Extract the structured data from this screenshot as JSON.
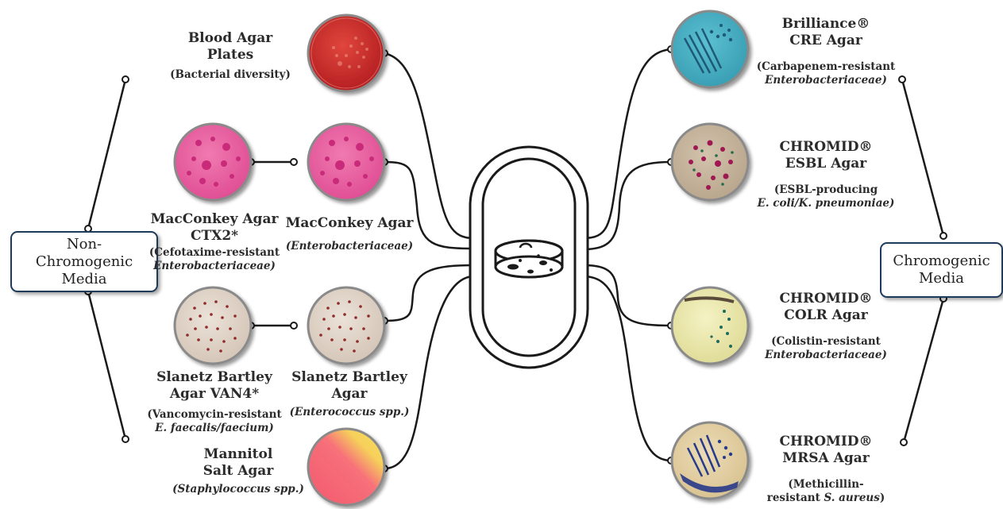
{
  "groups": {
    "non_chromogenic": [
      "Non-",
      "Chromogenic",
      "Media"
    ],
    "chromogenic": [
      "Chromogenic",
      "Media"
    ]
  },
  "media": {
    "blood": {
      "title": [
        "Blood Agar",
        "Plates"
      ],
      "sub": [
        "(Bacterial diversity)"
      ]
    },
    "maccx": {
      "title": [
        "MacConkey Agar",
        "CTX2*"
      ],
      "sub": [
        "(Cefotaxime-resistant",
        "Enterobacteriaceae)"
      ]
    },
    "mac": {
      "title": [
        "MacConkey Agar"
      ],
      "sub": [
        "(Enterobacteriaceae)"
      ]
    },
    "slvan": {
      "title": [
        "Slanetz Bartley",
        "Agar VAN4*"
      ],
      "sub": [
        "(Vancomycin-resistant",
        "E. faecalis/faecium)"
      ]
    },
    "slan": {
      "title": [
        "Slanetz Bartley",
        "Agar"
      ],
      "sub": [
        "(Enterococcus spp.)"
      ]
    },
    "msa": {
      "title": [
        "Mannitol",
        "Salt Agar"
      ],
      "sub": [
        "(Staphylococcus spp.)"
      ]
    },
    "cre": {
      "title": [
        "Brilliance®",
        "CRE Agar"
      ],
      "sub": [
        "(Carbapenem-resistant",
        "Enterobacteriaceae)"
      ]
    },
    "esbl": {
      "title": [
        "CHROMID®",
        "ESBL Agar"
      ],
      "sub": [
        "(ESBL-producing",
        "E. coli/K. pneumoniae)"
      ]
    },
    "colr": {
      "title": [
        "CHROMID®",
        "COLR Agar"
      ],
      "sub": [
        "(Colistin-resistant",
        "Enterobacteriaceae)"
      ]
    },
    "mrsa": {
      "title": [
        "CHROMID®",
        "MRSA Agar"
      ],
      "sub": [
        "(Methicillin-",
        "resistant S. aureus)"
      ]
    }
  },
  "colors": {
    "line": "#1a1a1a",
    "box_border": "#1f3b5c",
    "blood": "#cf2a28",
    "macconkey": "#e65a9c",
    "slanetz": "#ddd0c4",
    "mannitol": "#f5586a",
    "cre": "#4aaec2",
    "esbl": "#c7b49c",
    "colr": "#ece9b0",
    "mrsa": "#e3cfa4"
  }
}
